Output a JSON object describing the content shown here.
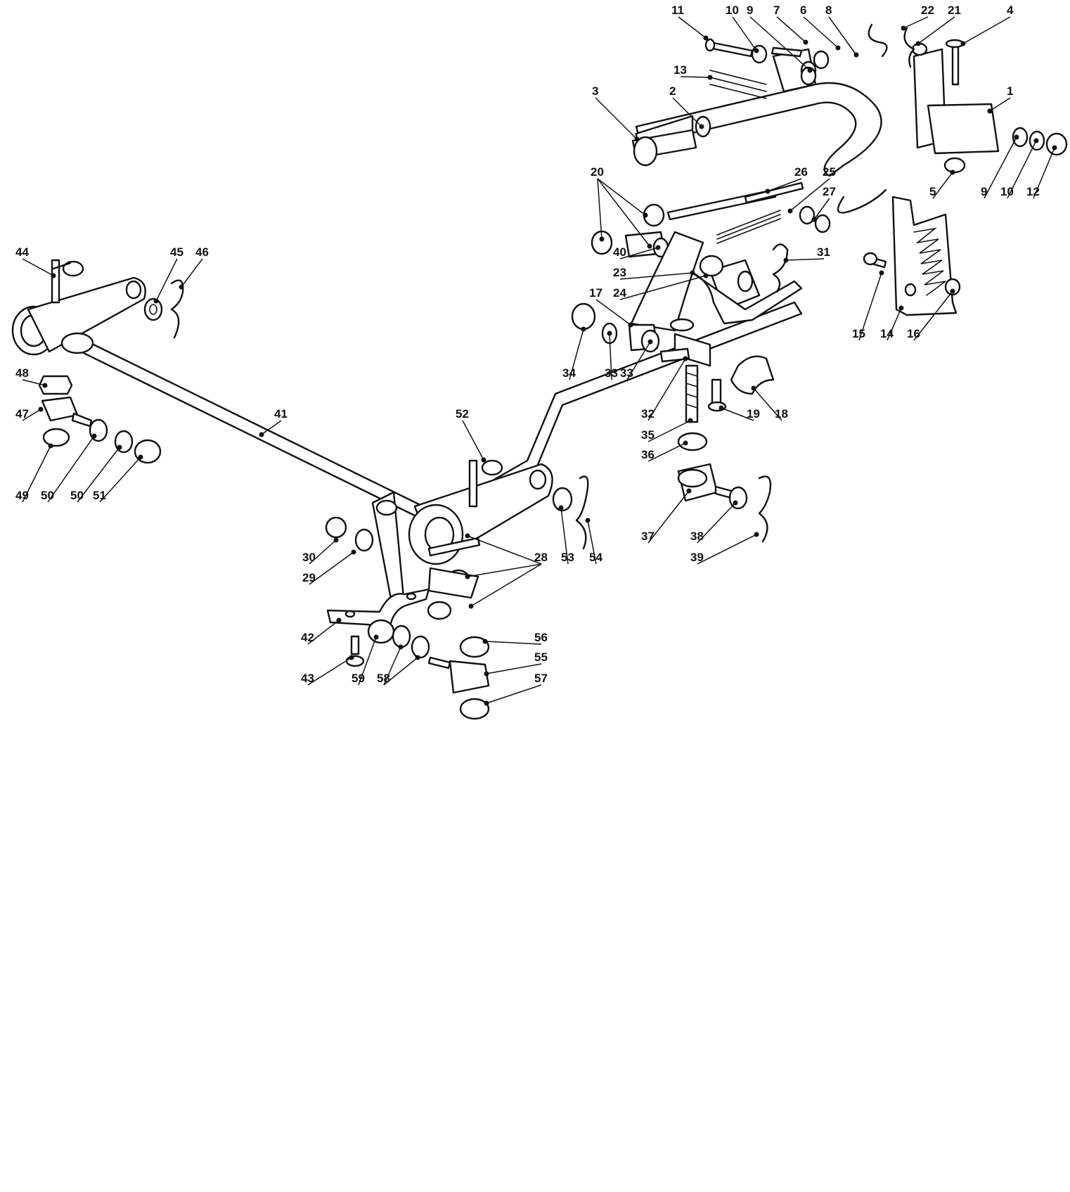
{
  "callouts": [
    {
      "id": "c1",
      "n": "1"
    },
    {
      "id": "c2",
      "n": "2"
    },
    {
      "id": "c3",
      "n": "3"
    },
    {
      "id": "c4",
      "n": "4"
    },
    {
      "id": "c5",
      "n": "5"
    },
    {
      "id": "c6",
      "n": "6"
    },
    {
      "id": "c7",
      "n": "7"
    },
    {
      "id": "c8",
      "n": "8"
    },
    {
      "id": "c9a",
      "n": "9"
    },
    {
      "id": "c9b",
      "n": "9"
    },
    {
      "id": "c10a",
      "n": "10"
    },
    {
      "id": "c10b",
      "n": "10"
    },
    {
      "id": "c11",
      "n": "11"
    },
    {
      "id": "c12",
      "n": "12"
    },
    {
      "id": "c13",
      "n": "13"
    },
    {
      "id": "c14",
      "n": "14"
    },
    {
      "id": "c15",
      "n": "15"
    },
    {
      "id": "c16",
      "n": "16"
    },
    {
      "id": "c17",
      "n": "17"
    },
    {
      "id": "c18",
      "n": "18"
    },
    {
      "id": "c19",
      "n": "19"
    },
    {
      "id": "c20",
      "n": "20"
    },
    {
      "id": "c21",
      "n": "21"
    },
    {
      "id": "c22",
      "n": "22"
    },
    {
      "id": "c23",
      "n": "23"
    },
    {
      "id": "c24",
      "n": "24"
    },
    {
      "id": "c25",
      "n": "25"
    },
    {
      "id": "c26",
      "n": "26"
    },
    {
      "id": "c27",
      "n": "27"
    },
    {
      "id": "c28",
      "n": "28"
    },
    {
      "id": "c29",
      "n": "29"
    },
    {
      "id": "c30",
      "n": "30"
    },
    {
      "id": "c31",
      "n": "31"
    },
    {
      "id": "c32",
      "n": "32"
    },
    {
      "id": "c33a",
      "n": "33"
    },
    {
      "id": "c33b",
      "n": "33"
    },
    {
      "id": "c34",
      "n": "34"
    },
    {
      "id": "c35",
      "n": "35"
    },
    {
      "id": "c36",
      "n": "36"
    },
    {
      "id": "c37",
      "n": "37"
    },
    {
      "id": "c38",
      "n": "38"
    },
    {
      "id": "c39",
      "n": "39"
    },
    {
      "id": "c40",
      "n": "40"
    },
    {
      "id": "c41",
      "n": "41"
    },
    {
      "id": "c42",
      "n": "42"
    },
    {
      "id": "c43",
      "n": "43"
    },
    {
      "id": "c44",
      "n": "44"
    },
    {
      "id": "c45",
      "n": "45"
    },
    {
      "id": "c46",
      "n": "46"
    },
    {
      "id": "c47",
      "n": "47"
    },
    {
      "id": "c48",
      "n": "48"
    },
    {
      "id": "c49",
      "n": "49"
    },
    {
      "id": "c50a",
      "n": "50"
    },
    {
      "id": "c50b",
      "n": "50"
    },
    {
      "id": "c51",
      "n": "51"
    },
    {
      "id": "c52",
      "n": "52"
    },
    {
      "id": "c53",
      "n": "53"
    },
    {
      "id": "c54",
      "n": "54"
    },
    {
      "id": "c55",
      "n": "55"
    },
    {
      "id": "c56",
      "n": "56"
    },
    {
      "id": "c57",
      "n": "57"
    },
    {
      "id": "c58",
      "n": "58"
    },
    {
      "id": "c59",
      "n": "59"
    }
  ]
}
